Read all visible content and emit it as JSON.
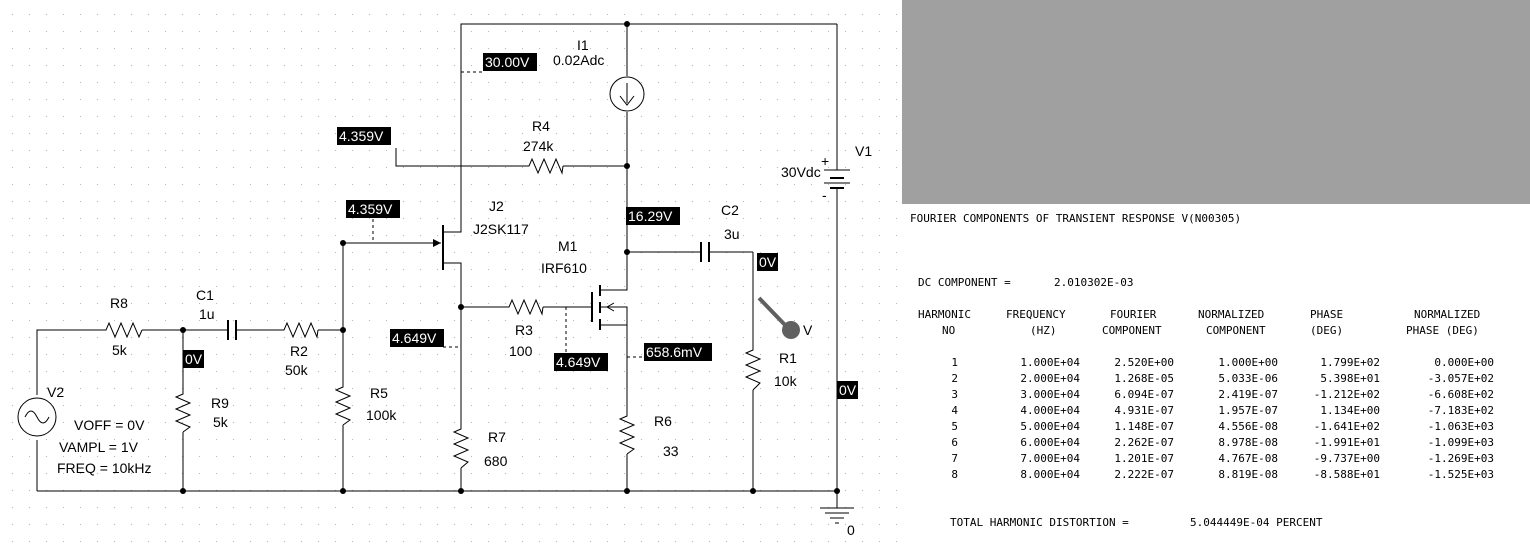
{
  "schematic": {
    "components": {
      "R8": {
        "ref": "R8",
        "value": "5k"
      },
      "C1": {
        "ref": "C1",
        "value": "1u"
      },
      "R2": {
        "ref": "R2",
        "value": "50k"
      },
      "R9": {
        "ref": "R9",
        "value": "5k"
      },
      "R5": {
        "ref": "R5",
        "value": "100k"
      },
      "R7": {
        "ref": "R7",
        "value": "680"
      },
      "R4": {
        "ref": "R4",
        "value": "274k"
      },
      "R3": {
        "ref": "R3",
        "value": "100"
      },
      "R6": {
        "ref": "R6",
        "value": "33"
      },
      "R1": {
        "ref": "R1",
        "value": "10k"
      },
      "C2": {
        "ref": "C2",
        "value": "3u"
      },
      "J2": {
        "ref": "J2",
        "value": "J2SK117"
      },
      "M1": {
        "ref": "M1",
        "value": "IRF610"
      },
      "I1": {
        "ref": "I1",
        "value": "0.02Adc"
      },
      "V1": {
        "ref": "V1",
        "value": "30Vdc"
      },
      "V2": {
        "ref": "V2",
        "voff": "VOFF = 0V",
        "vampl": "VAMPL = 1V",
        "freq": "FREQ = 10kHz"
      },
      "ground": "0",
      "probe": "V"
    },
    "voltage_markers": [
      {
        "text": "30.00V"
      },
      {
        "text": "4.359V"
      },
      {
        "text": "4.359V"
      },
      {
        "text": "16.29V"
      },
      {
        "text": "0V"
      },
      {
        "text": "0V"
      },
      {
        "text": "4.649V"
      },
      {
        "text": "4.649V"
      },
      {
        "text": "658.6mV"
      },
      {
        "text": "0V"
      }
    ],
    "polarity": {
      "plus": "+",
      "minus": "-"
    }
  },
  "output": {
    "title": "FOURIER COMPONENTS OF TRANSIENT RESPONSE V(N00305)",
    "dc_label": "DC COMPONENT =",
    "dc_value": "2.010302E-03",
    "headers": [
      [
        "HARMONIC",
        "NO"
      ],
      [
        "FREQUENCY",
        "(HZ)"
      ],
      [
        "FOURIER",
        "COMPONENT"
      ],
      [
        "NORMALIZED",
        "COMPONENT"
      ],
      [
        "PHASE",
        "(DEG)"
      ],
      [
        "NORMALIZED",
        "PHASE (DEG)"
      ]
    ],
    "rows": [
      [
        "1",
        "1.000E+04",
        "2.520E+00",
        "1.000E+00",
        "1.799E+02",
        "0.000E+00"
      ],
      [
        "2",
        "2.000E+04",
        "1.268E-05",
        "5.033E-06",
        "5.398E+01",
        "-3.057E+02"
      ],
      [
        "3",
        "3.000E+04",
        "6.094E-07",
        "2.419E-07",
        "-1.212E+02",
        "-6.608E+02"
      ],
      [
        "4",
        "4.000E+04",
        "4.931E-07",
        "1.957E-07",
        "1.134E+00",
        "-7.183E+02"
      ],
      [
        "5",
        "5.000E+04",
        "1.148E-07",
        "4.556E-08",
        "-1.641E+02",
        "-1.063E+03"
      ],
      [
        "6",
        "6.000E+04",
        "2.262E-07",
        "8.978E-08",
        "-1.991E+01",
        "-1.099E+03"
      ],
      [
        "7",
        "7.000E+04",
        "1.201E-07",
        "4.767E-08",
        "-9.737E+00",
        "-1.269E+03"
      ],
      [
        "8",
        "8.000E+04",
        "2.222E-07",
        "8.819E-08",
        "-8.588E+01",
        "-1.525E+03"
      ]
    ],
    "thd_label": "TOTAL HARMONIC DISTORTION =",
    "thd_value": "5.044449E-04 PERCENT"
  },
  "colors": {
    "wire": "#000000",
    "probe_window": "#a0a0a0",
    "marker_bg": "#000000",
    "marker_fg": "#ffffff",
    "probe": "#606060"
  }
}
